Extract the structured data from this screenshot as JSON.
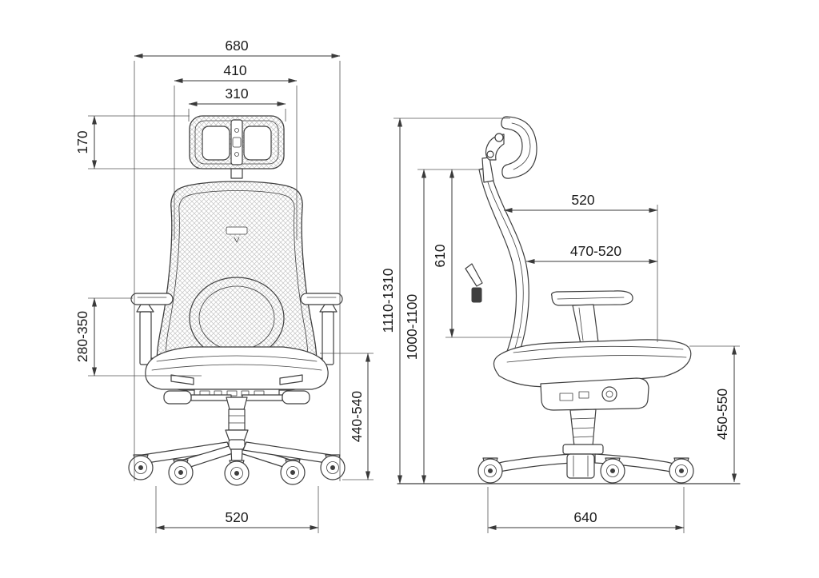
{
  "drawing": {
    "front_view": {
      "dimensions": {
        "overall_width": "680",
        "backrest_top_width": "410",
        "headrest_width": "310",
        "headrest_height": "170",
        "armrest_height_range": "280-350",
        "seat_height_range": "440-540",
        "base_width": "520"
      }
    },
    "side_view": {
      "dimensions": {
        "back_to_seat_front": "520",
        "seat_depth_range": "470-520",
        "backrest_height": "610",
        "overall_height_range": "1110-1310",
        "height_to_back_top_range": "1000-1100",
        "seat_height_range": "450-550",
        "base_depth": "640"
      }
    },
    "colors": {
      "line": "#3f3f3f",
      "dimension_line": "#3a3a3a",
      "text": "#1b1b1b",
      "background": "#ffffff"
    }
  }
}
